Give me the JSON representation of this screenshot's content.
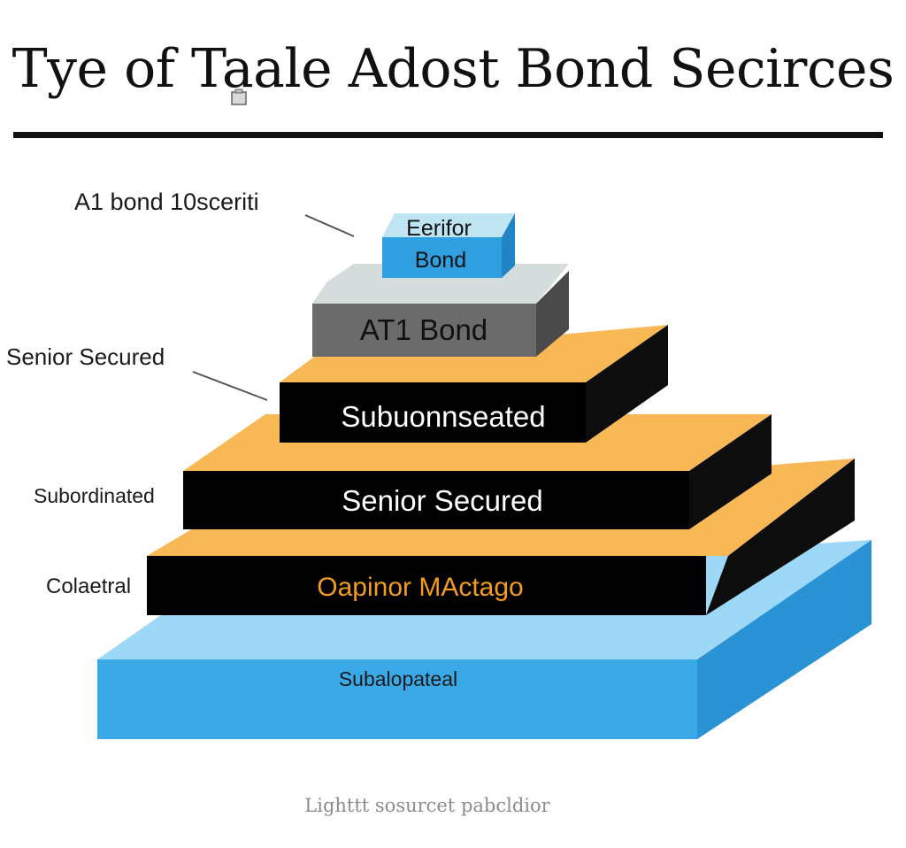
{
  "title": "Tye of Taale Adost Bond Secirces",
  "footnote": "Lighttt sosurcet pabcldior",
  "tiers": [
    {
      "label_line1": "Eerifor",
      "label_line2": "Bond",
      "face_color": "#2f9fe0",
      "top_color": "#bfe4f2",
      "side_color": "#1f86c6",
      "text_color": "#111111"
    },
    {
      "label": "AT1 Bond",
      "face_color": "#6b6b6b",
      "top_color": "#d4dcdc",
      "side_color": "#4a4a4a",
      "text_color": "#111111"
    },
    {
      "label": "Subuonnseated",
      "face_color": "#000000",
      "top_color": "#f9b856",
      "side_color": "#0d0d0d",
      "text_color": "#ffffff"
    },
    {
      "label": "Senior Secured",
      "face_color": "#000000",
      "top_color": "#f9b856",
      "side_color": "#0d0d0d",
      "text_color": "#ffffff"
    },
    {
      "label": "Oapinor MActago",
      "face_color": "#000000",
      "top_color": "#f9b856",
      "side_color": "#0d0d0d",
      "text_color": "#f39c1f"
    },
    {
      "label": "Subalopateal",
      "face_color": "#3ba9e8",
      "top_color": "#9dd8f6",
      "side_color": "#2a93d6",
      "text_color": "#1a1a1a"
    }
  ],
  "side_labels": [
    "A1 bond 10sceriti",
    "Senior Secured",
    "Subordinated",
    "Colaetral"
  ],
  "colors": {
    "rule": "#111111",
    "leader_line": "#555555"
  }
}
